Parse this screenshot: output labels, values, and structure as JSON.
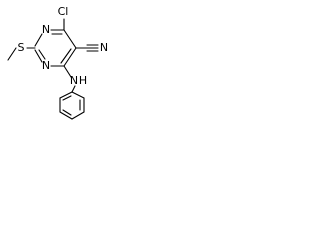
{
  "structure": {
    "atoms": {
      "cl": "Cl",
      "n_ring_top": "N",
      "n_ring_bottom": "N",
      "s": "S",
      "nh_n": "N",
      "nh_h": "H",
      "cn_n": "N"
    },
    "colors": {
      "ink": "#000000",
      "background": "#ffffff"
    }
  }
}
